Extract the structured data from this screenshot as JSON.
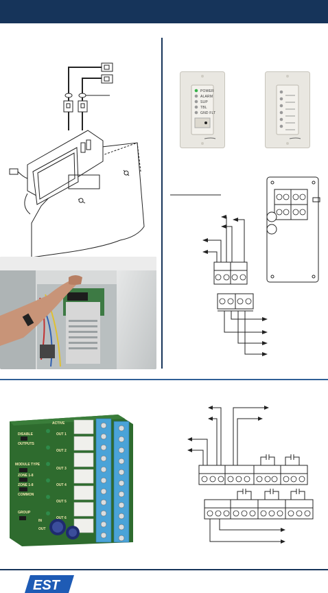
{
  "header": {
    "bar_color": "#16345a"
  },
  "annunciator": {
    "led_labels": [
      "POWER",
      "ALARM",
      "SUP",
      "TBL",
      "GND FLT"
    ]
  },
  "pcb_labels": {
    "disable": "DISABLE",
    "outputs": "OUTPUTS",
    "active": "ACTIVE",
    "module_type": "MODULE TYPE",
    "zone_a": "ZONE 1-8",
    "zone_b": "ZONE 1-8",
    "common": "COMMON",
    "group": "GROUP",
    "in": "IN",
    "out": "OUT",
    "outs": [
      "OUT 1",
      "OUT 2",
      "OUT 3",
      "OUT 4",
      "OUT 5",
      "OUT 6"
    ]
  },
  "footer": {
    "logo_text": "EST"
  },
  "colors": {
    "navy": "#16345a",
    "divider": "#2f5f96",
    "terminal_blue": "#4aa3d8",
    "pcb_green": "#2e6b2e"
  }
}
